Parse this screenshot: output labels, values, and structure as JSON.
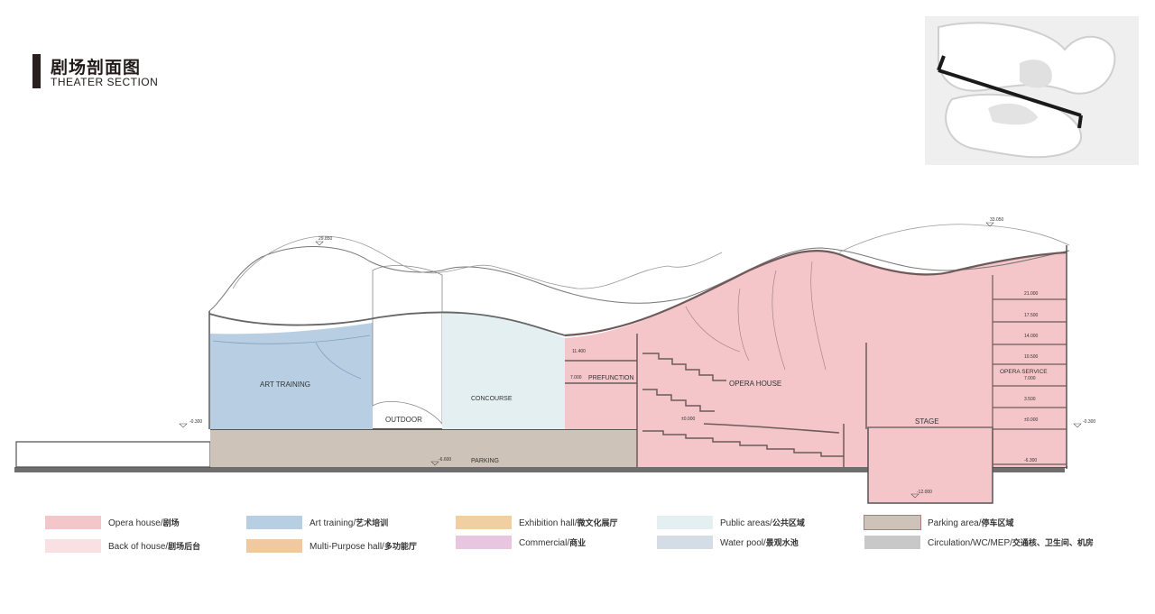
{
  "header": {
    "title_cn": "剧场剖面图",
    "title_en": "THEATER SECTION"
  },
  "rooms": {
    "art_training": "ART TRAINING",
    "outdoor": "OUTDOOR",
    "concourse": "CONCOURSE",
    "prefunction": "PREFUNCTION",
    "opera_house": "OPERA  HOUSE",
    "stage": "STAGE",
    "opera_service": "OPERA  SERVICE",
    "parking": "PARKING"
  },
  "levels": {
    "roof_left": "29.850",
    "roof_right": "33.050",
    "left_ground": "-0.300",
    "right_ground": "-0.300",
    "parking": "-6.600",
    "stage_pit": "-12.000",
    "prefunction_upper": "11.400",
    "prefunction_lower": "7.000",
    "opera_floor": "±0.000",
    "service_levels": [
      "21.000",
      "17.500",
      "14.000",
      "10.500",
      "7.000",
      "3.500",
      "±0.000",
      "-6.300"
    ]
  },
  "colors": {
    "opera_house": "#f4c5c9",
    "back_of_house": "#f9e1e3",
    "art_training": "#b8cfe3",
    "multi_purpose": "#f1c9a0",
    "exhibition": "#f2cfa3",
    "commercial": "#e9c6e0",
    "public_areas": "#e4eff1",
    "water_pool": "#d4dce6",
    "parking_area": "#cdc3b8",
    "circulation": "#c8c8c8"
  },
  "legend": [
    {
      "en": "Opera  house/",
      "cn": "剧场",
      "color": "#f4c5c9"
    },
    {
      "en": "Back of  house/",
      "cn": "剧场后台",
      "color": "#f9e1e3"
    },
    {
      "en": "Art training/",
      "cn": "艺术培训",
      "color": "#b8cfe3"
    },
    {
      "en": "Multi-Purpose hall/",
      "cn": "多功能厅",
      "color": "#f1c9a0"
    },
    {
      "en": "Exhibition hall/",
      "cn": "微文化展厅",
      "color": "#f2cfa3"
    },
    {
      "en": "Commercial/",
      "cn": "商业",
      "color": "#e9c6e0"
    },
    {
      "en": "Public areas/",
      "cn": "公共区域",
      "color": "#e4eff1"
    },
    {
      "en": "Water pool/",
      "cn": "景观水池",
      "color": "#d4dce6"
    },
    {
      "en": "Parking area/",
      "cn": "停车区域",
      "color": "#cdc3b8"
    },
    {
      "en": "Circulation/WC/MEP/",
      "cn": "交通核、卫生间、机房",
      "color": "#c8c8c8"
    }
  ]
}
